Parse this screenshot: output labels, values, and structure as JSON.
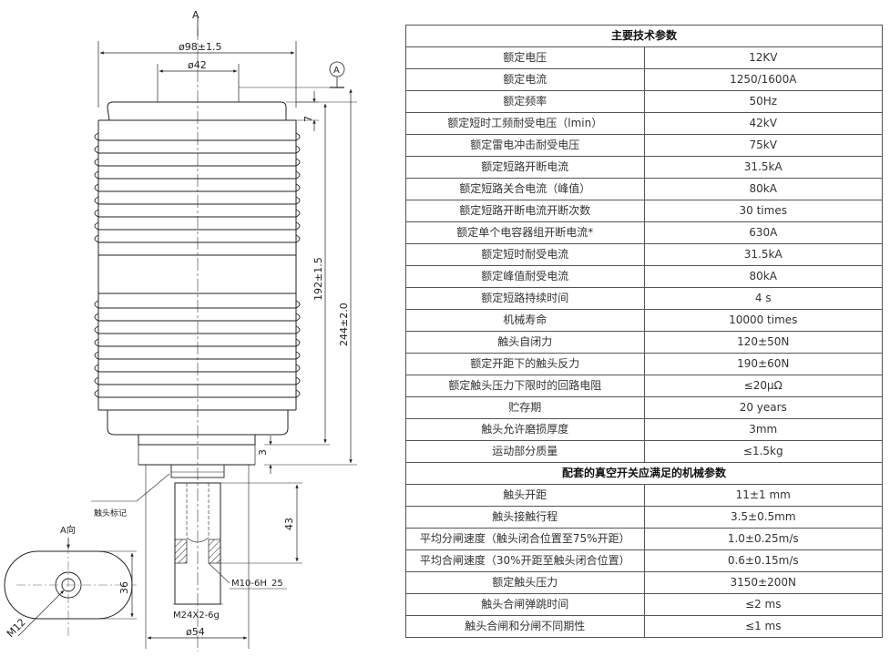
{
  "drawing": {
    "view_label": "A",
    "datum_label": "A",
    "dims": {
      "d_outer": "ø98±1.5",
      "d_flange": "ø42",
      "d_bottom": "ø54",
      "h_top": "7",
      "h_192": "192±1.5",
      "h_244": "244±2.0",
      "h_3": "3",
      "h_43": "43",
      "thread_m10": "M10-6H",
      "thread_depth": "25",
      "thread_m24": "M24X2-6g"
    },
    "callout": "触头标记",
    "detail": {
      "title": "A向",
      "dim_36": "36",
      "thread": "M12"
    }
  },
  "table": {
    "section1_title": "主要技术参数",
    "section1_rows": [
      {
        "name": "额定电压",
        "value": "12KV"
      },
      {
        "name": "额定电流",
        "value": "1250/1600A"
      },
      {
        "name": "额定频率",
        "value": "50Hz"
      },
      {
        "name": "额定短时工频耐受电压（lmin）",
        "value": "42kV"
      },
      {
        "name": "额定雷电冲击耐受电压",
        "value": "75kV"
      },
      {
        "name": "额定短路开断电流",
        "value": "31.5kA"
      },
      {
        "name": "额定短路关合电流（峰值）",
        "value": "80kA"
      },
      {
        "name": "额定短路开断电流开断次数",
        "value": "30 times"
      },
      {
        "name": "额定单个电容器组开断电流*",
        "value": "630A"
      },
      {
        "name": "额定短时耐受电流",
        "value": "31.5kA"
      },
      {
        "name": "额定峰值耐受电流",
        "value": "80kA"
      },
      {
        "name": "额定短路持续时间",
        "value": "4 s"
      },
      {
        "name": "机械寿命",
        "value": "10000 times"
      },
      {
        "name": "触头自闭力",
        "value": "120±50N"
      },
      {
        "name": "额定开距下的触头反力",
        "value": "190±60N"
      },
      {
        "name": "额定触头压力下限时的回路电阻",
        "value": "≤20μΩ"
      },
      {
        "name": "贮存期",
        "value": "20 years"
      },
      {
        "name": "触头允许磨损厚度",
        "value": "3mm"
      },
      {
        "name": "运动部分质量",
        "value": "≤1.5kg"
      }
    ],
    "section2_title": "配套的真空开关应满足的机械参数",
    "section2_rows": [
      {
        "name": "触头开距",
        "value": "11±1 mm"
      },
      {
        "name": "触头接触行程",
        "value": "3.5±0.5mm"
      },
      {
        "name": "平均分闸速度（触头闭合位置至75%开距）",
        "value": "1.0±0.25m/s"
      },
      {
        "name": "平均合闸速度（30%开距至触头闭合位置）",
        "value": "0.6±0.15m/s"
      },
      {
        "name": "额定触头压力",
        "value": "3150±200N"
      },
      {
        "name": "触头合闸弹跳时间",
        "value": "≤2 ms"
      },
      {
        "name": "触头合闸和分闸不同期性",
        "value": "≤1 ms"
      }
    ]
  }
}
